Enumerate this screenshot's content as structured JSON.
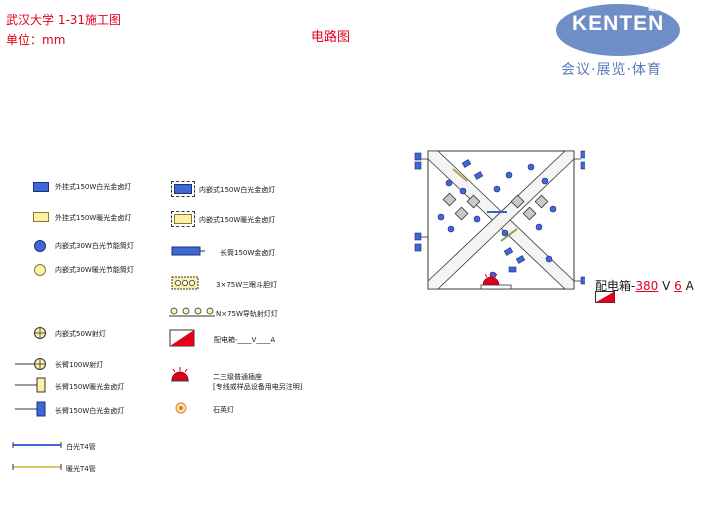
{
  "header": {
    "line1": "武汉大学   1-31施工图",
    "line2": "单位：mm",
    "center_title": "电路图"
  },
  "logo": {
    "brand": "KENTEN",
    "chinese_mark": "建廷",
    "tagline": "会议·展览·体育"
  },
  "legend_left": [
    {
      "label": "外挂式150W白光金卤灯"
    },
    {
      "label": "外挂式150W暖光金卤灯"
    },
    {
      "label": "内嵌式30W白光节能筒灯"
    },
    {
      "label": "内嵌式30W暖光节能筒灯"
    },
    {
      "label": "内嵌式50W射灯"
    },
    {
      "label": "长臂100W射灯"
    },
    {
      "label": "长臂150W暖光金卤灯"
    },
    {
      "label": "长臂150W白光金卤灯"
    },
    {
      "label": "白光T4管"
    },
    {
      "label": "暖光T4管"
    }
  ],
  "legend_right": [
    {
      "label": "内嵌式150W白光金卤灯"
    },
    {
      "label": "内嵌式150W暖光金卤灯"
    },
    {
      "label": "长筒150W金卤灯"
    },
    {
      "label": "3×75W三眼斗胆灯"
    },
    {
      "label": "N×75W导轨射灯灯"
    },
    {
      "label": "配电箱-____V____A"
    },
    {
      "label": "二三级普通插座"
    },
    {
      "label": "[专线或样品设备用电另注明]"
    },
    {
      "label": "石英灯"
    }
  ],
  "panel": {
    "label": "配电箱-",
    "voltage": "380",
    "v_unit": "V",
    "amps": "6",
    "a_unit": "A"
  },
  "colors": {
    "red": "#e0001b",
    "blue": "#3f68d6",
    "yellow": "#fbf0a8",
    "logo_blue": "#5a7ab8"
  }
}
